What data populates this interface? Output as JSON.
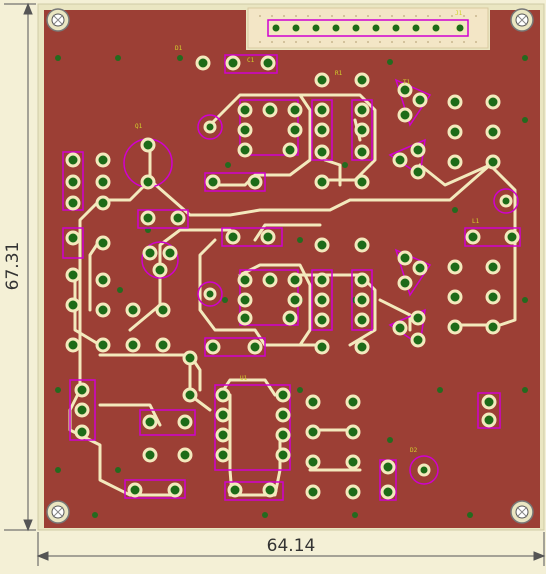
{
  "board": {
    "width_label": "64.14",
    "height_label": "67.31",
    "colors": {
      "background": "#f4f0d6",
      "outline": "#eae6c2",
      "copper": "#9c3f35",
      "trace": "#f3e9bd",
      "pad_outline": "#d000d0",
      "via": "#246a1e",
      "silk": "#d2d22a",
      "dimension": "#555555"
    },
    "connector_label": "J1",
    "labels": [
      "D1",
      "Q1",
      "C1",
      "R1",
      "U1",
      "T1",
      "L1",
      "D2"
    ]
  }
}
